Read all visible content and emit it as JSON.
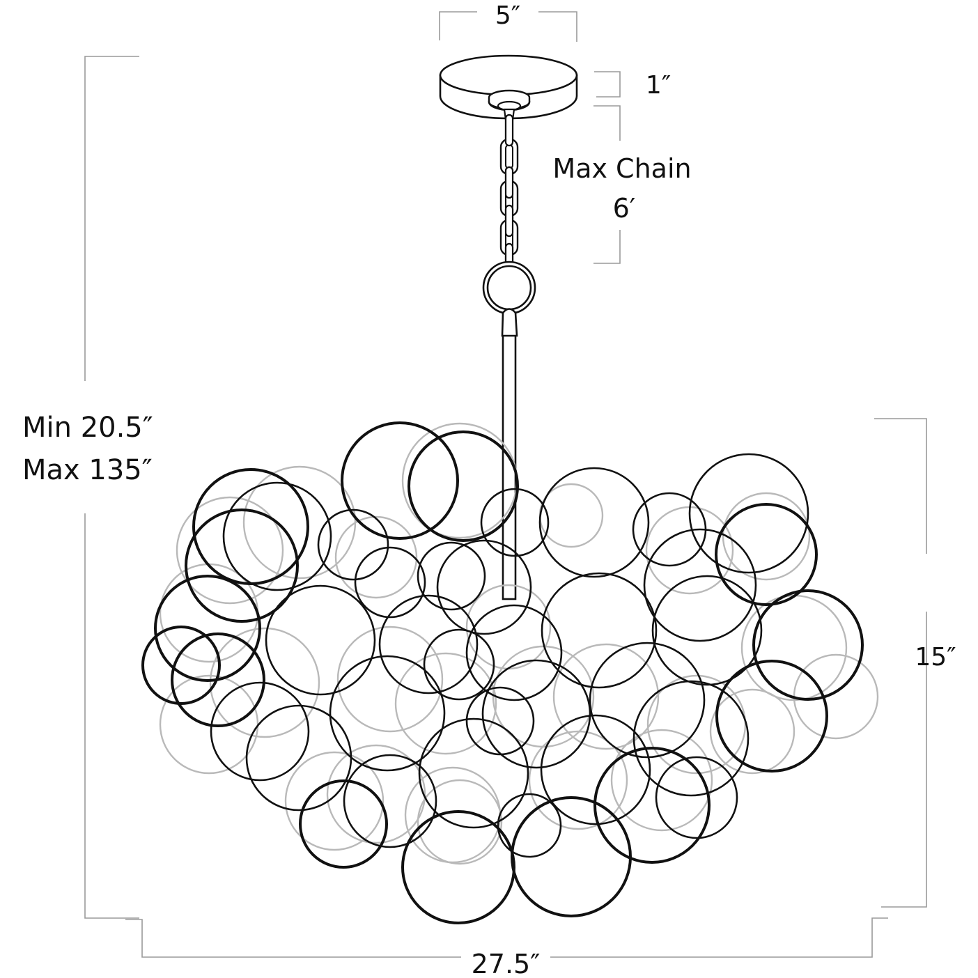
{
  "diagram": {
    "subject": "Bubble cluster chandelier dimension drawing",
    "line_color": "#111111",
    "dimension_line_color": "#9a9a9a",
    "background": "#ffffff",
    "dimensions": {
      "canopy_width": "5″",
      "canopy_height": "1″",
      "max_chain_label": "Max Chain",
      "max_chain_value": "6′",
      "overall_height_min": "Min 20.5″",
      "overall_height_max": "Max 135″",
      "body_height": "15″",
      "body_width": "27.5″"
    },
    "parts": [
      "canopy",
      "chain",
      "ring",
      "stem",
      "bubble-cluster"
    ]
  }
}
